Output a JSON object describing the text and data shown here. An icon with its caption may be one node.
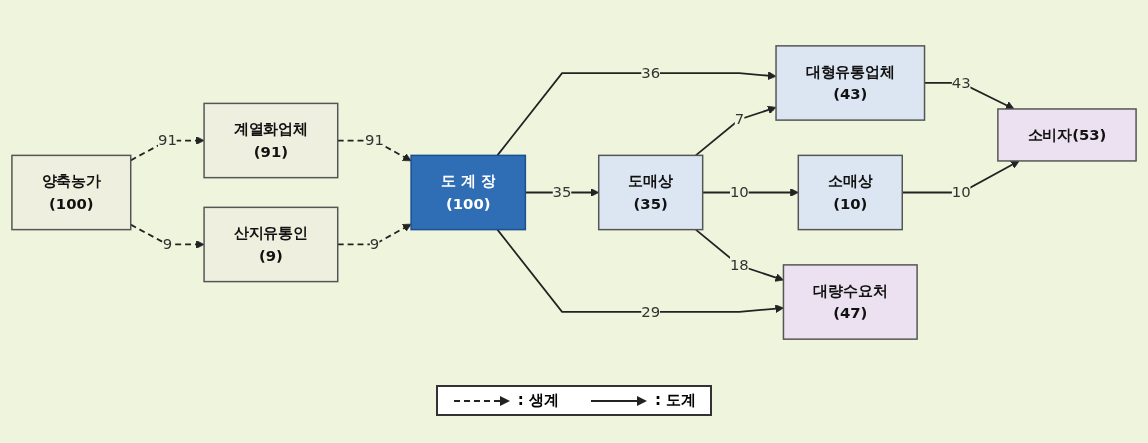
{
  "diagram": {
    "nodes": [
      {
        "text": [
          "양축농가",
          "(100)"
        ]
      },
      {
        "text": [
          "계열화업체",
          "(91)"
        ]
      },
      {
        "text": [
          "산지유통인",
          "(9)"
        ]
      },
      {
        "text": [
          "도 계 장",
          "(100)"
        ]
      },
      {
        "text": [
          "도매상",
          "(35)"
        ]
      },
      {
        "text": [
          "대형유통업체",
          "(43)"
        ]
      },
      {
        "text": [
          "소매상",
          "(10)"
        ]
      },
      {
        "text": [
          "소비자(53)"
        ]
      },
      {
        "text": [
          "대량수요처",
          "(47)"
        ]
      }
    ],
    "edges": [
      {
        "from": 0,
        "to": 1,
        "arrow": "to",
        "label": "91",
        "style": "dashed"
      },
      {
        "from": 0,
        "to": 2,
        "arrow": "to",
        "label": "9",
        "style": "dashed"
      },
      {
        "from": 1,
        "to": 3,
        "arrow": "to",
        "label": "91",
        "style": "dashed"
      },
      {
        "from": 2,
        "to": 3,
        "arrow": "to",
        "label": "9",
        "style": "dashed"
      },
      {
        "from": 3,
        "to": 5,
        "arrow": "to",
        "label": "36"
      },
      {
        "from": 3,
        "to": 4,
        "arrow": "to",
        "label": "35"
      },
      {
        "from": 3,
        "to": 8,
        "arrow": "to",
        "label": "29"
      },
      {
        "from": 4,
        "to": 5,
        "arrow": "to",
        "label": "7"
      },
      {
        "from": 4,
        "to": 6,
        "arrow": "to",
        "label": "10"
      },
      {
        "from": 4,
        "to": 8,
        "arrow": "to",
        "label": "18"
      },
      {
        "from": 5,
        "to": 7,
        "arrow": "to",
        "label": "43"
      },
      {
        "from": 6,
        "to": 7,
        "arrow": "to",
        "label": "10"
      }
    ],
    "legend": [
      {
        "text": ": 생계"
      },
      {
        "text": ": 도계"
      }
    ]
  }
}
